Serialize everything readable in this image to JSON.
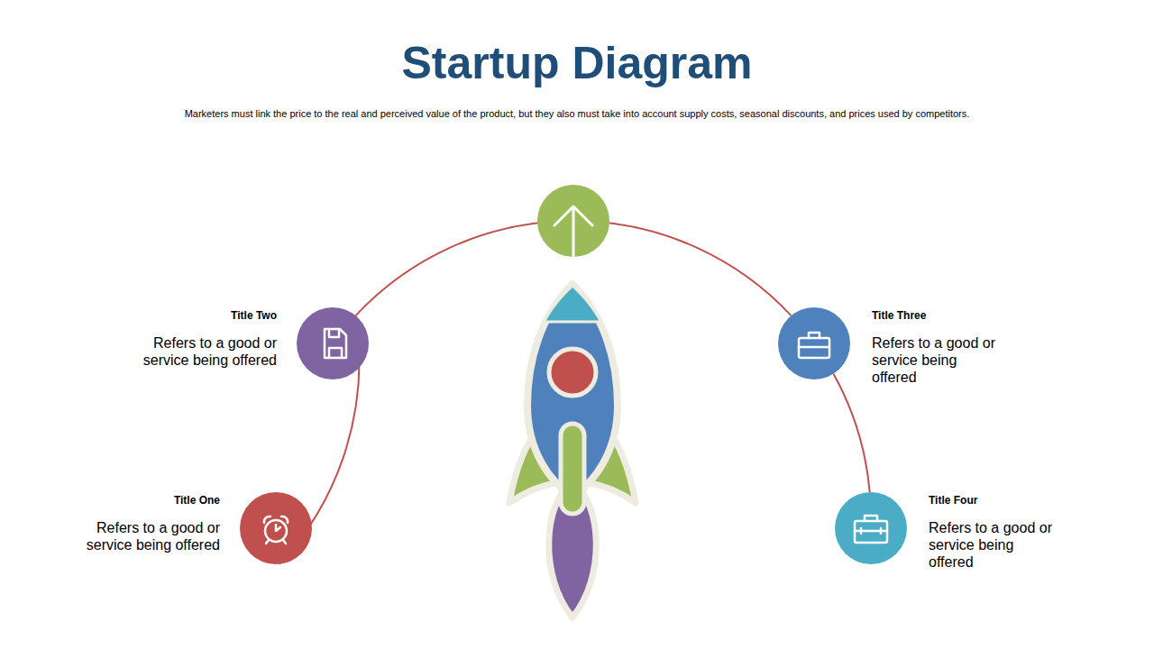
{
  "diagram": {
    "title": "Startup Diagram",
    "caption": "Marketers must link the price to the real and perceived value of the product, but they also must take into account supply costs, seasonal discounts, and prices used by competitors.",
    "nodes": [
      {
        "text": [
          "Title One",
          "Refers to a good or service being offered"
        ]
      },
      {
        "text": [
          "Title Two",
          "Refers to a good or service being offered"
        ]
      },
      {
        "text": [
          "Title Three",
          "Refers to a good or service being offered"
        ]
      },
      {
        "text": [
          "Title Four",
          "Refers to a good or service being offered"
        ]
      }
    ],
    "edges": [
      {
        "from": 0,
        "to": 1,
        "arrow": "none"
      },
      {
        "from": 1,
        "to": 2,
        "arrow": "none"
      },
      {
        "from": 2,
        "to": 3,
        "arrow": "none"
      }
    ]
  }
}
